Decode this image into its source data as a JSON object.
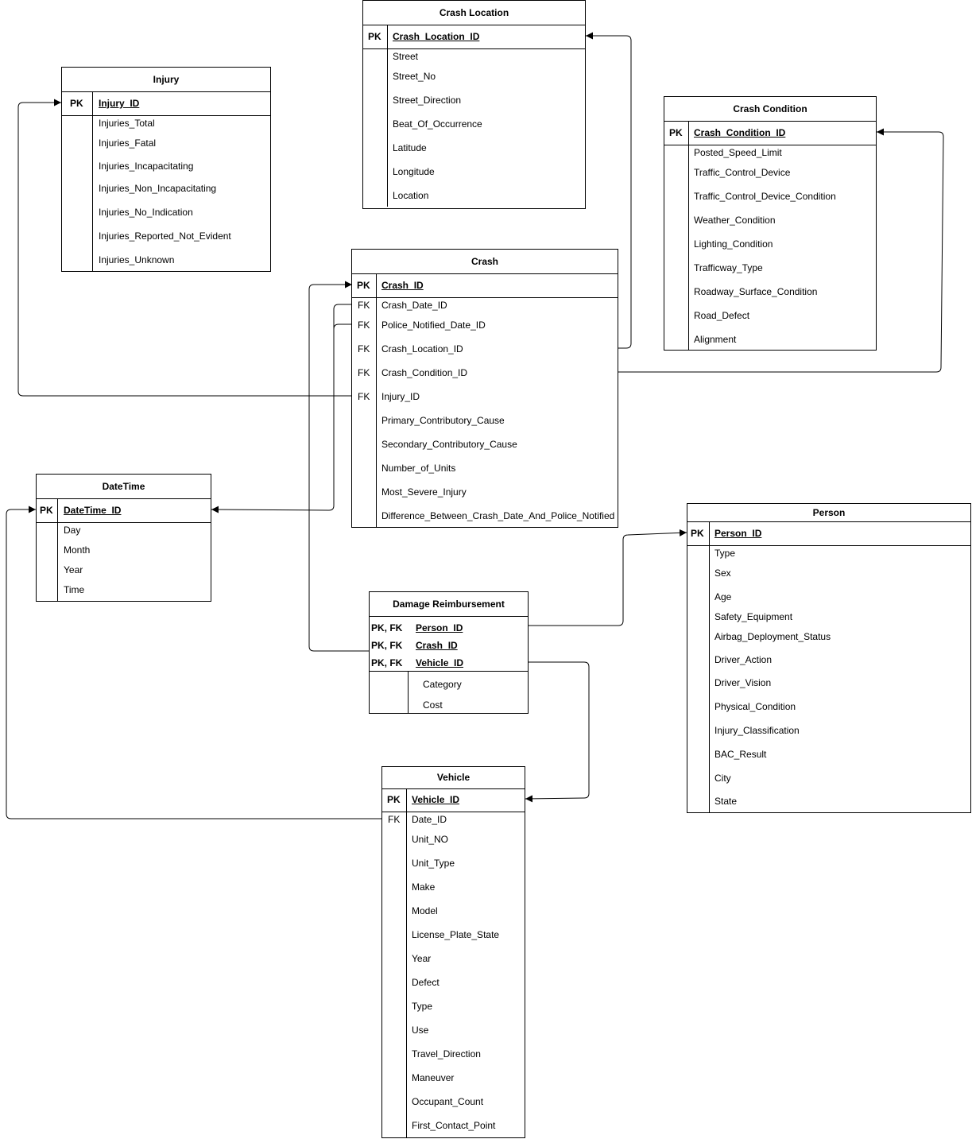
{
  "entities": [
    {
      "id": "crash_location",
      "title": "Crash Location",
      "keys": [
        {
          "tag": "PK",
          "name": "Crash_Location_ID"
        }
      ],
      "fields": [
        "Street",
        "Street_No",
        "Street_Direction",
        "Beat_Of_Occurrence",
        "Latitude",
        "Longitude",
        "Location"
      ]
    },
    {
      "id": "injury",
      "title": "Injury",
      "keys": [
        {
          "tag": "PK",
          "name": "Injury_ID"
        }
      ],
      "fields": [
        "Injuries_Total",
        "Injuries_Fatal",
        "Injuries_Incapacitating",
        "Injuries_Non_Incapacitating",
        "Injuries_No_Indication",
        "Injuries_Reported_Not_Evident",
        "Injuries_Unknown"
      ]
    },
    {
      "id": "crash_condition",
      "title": "Crash Condition",
      "keys": [
        {
          "tag": "PK",
          "name": "Crash_Condition_ID"
        }
      ],
      "fields": [
        "Posted_Speed_Limit",
        "Traffic_Control_Device",
        "Traffic_Control_Device_Condition",
        "Weather_Condition",
        "Lighting_Condition",
        "Trafficway_Type",
        "Roadway_Surface_Condition",
        "Road_Defect",
        "Alignment"
      ]
    },
    {
      "id": "crash",
      "title": "Crash",
      "keys": [
        {
          "tag": "PK",
          "name": "Crash_ID"
        }
      ],
      "fk_fields": [
        {
          "tag": "FK",
          "name": "Crash_Date_ID"
        },
        {
          "tag": "FK",
          "name": "Police_Notified_Date_ID"
        },
        {
          "tag": "FK",
          "name": "Crash_Location_ID"
        },
        {
          "tag": "FK",
          "name": "Crash_Condition_ID"
        },
        {
          "tag": "FK",
          "name": "Injury_ID"
        }
      ],
      "fields": [
        "Primary_Contributory_Cause",
        "Secondary_Contributory_Cause",
        "Number_of_Units",
        "Most_Severe_Injury",
        "Difference_Between_Crash_Date_And_Police_Notified"
      ]
    },
    {
      "id": "datetime",
      "title": "DateTime",
      "keys": [
        {
          "tag": "PK",
          "name": "DateTime_ID"
        }
      ],
      "fields": [
        "Day",
        "Month",
        "Year",
        "Time"
      ]
    },
    {
      "id": "person",
      "title": "Person",
      "keys": [
        {
          "tag": "PK",
          "name": "Person_ID"
        }
      ],
      "fields": [
        "Type",
        "Sex",
        "Age",
        "Safety_Equipment",
        "Airbag_Deployment_Status",
        "Driver_Action",
        "Driver_Vision",
        "Physical_Condition",
        "Injury_Classification",
        "BAC_Result",
        "City",
        "State"
      ]
    },
    {
      "id": "damage_reimbursement",
      "title": "Damage Reimbursement",
      "keys": [
        {
          "tag": "PK, FK",
          "name": "Person_ID"
        },
        {
          "tag": "PK, FK",
          "name": "Crash_ID"
        },
        {
          "tag": "PK, FK",
          "name": "Vehicle_ID"
        }
      ],
      "fields": [
        "Category",
        "Cost"
      ]
    },
    {
      "id": "vehicle",
      "title": "Vehicle",
      "keys": [
        {
          "tag": "PK",
          "name": "Vehicle_ID"
        }
      ],
      "fk_fields": [
        {
          "tag": "FK",
          "name": "Date_ID"
        }
      ],
      "fields": [
        "Unit_NO",
        "Unit_Type",
        "Make",
        "Model",
        "License_Plate_State",
        "Year",
        "Defect",
        "Type",
        "Use",
        "Travel_Direction",
        "Maneuver",
        "Occupant_Count",
        "First_Contact_Point"
      ]
    }
  ]
}
